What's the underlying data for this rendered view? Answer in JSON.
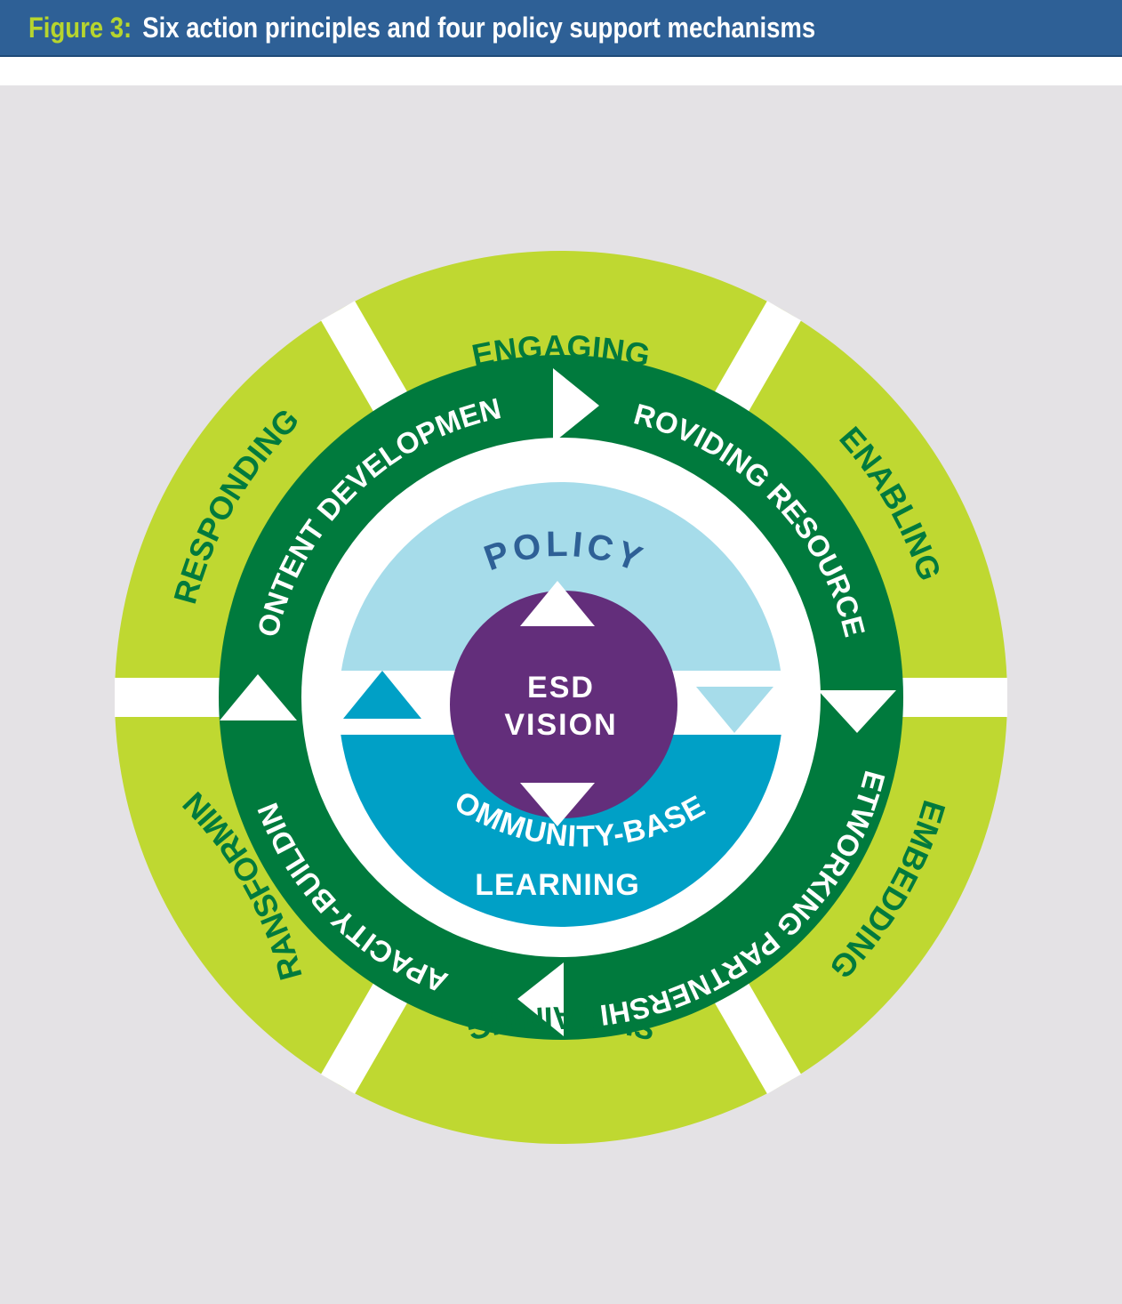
{
  "figure": {
    "number": "Figure 3:",
    "title": "Six action principles and four policy support mechanisms"
  },
  "colors": {
    "header_bg": "#2e6096",
    "figure_number": "#b7d52e",
    "outer_ring": "#bfd831",
    "middle_ring": "#007a3d",
    "outer_text": "#007a3d",
    "policy_half": "#a6dcea",
    "community_half": "#00a0c6",
    "esd_core": "#632e7b",
    "policy_text": "#2e6096",
    "panel_bg": "#e4e2e5"
  },
  "action_principles": [
    {
      "label": "ENGAGING"
    },
    {
      "label": "ENABLING"
    },
    {
      "label": "EMBEDDING"
    },
    {
      "label": "SUSTAINING"
    },
    {
      "label": "TRANSFORMING"
    },
    {
      "label": "RESPONDING"
    }
  ],
  "support_mechanisms": [
    {
      "label": "PROVIDING RESOURCES"
    },
    {
      "label": "NETWORKING PARTNERSHIP"
    },
    {
      "label": "CAPACITY-BUILDING"
    },
    {
      "label": "CONTENT DEVELOPMENT"
    }
  ],
  "center": {
    "top": "POLICY",
    "bottom_line1": "COMMUNITY-BASED",
    "bottom_line2": "LEARNING",
    "core_line1": "ESD",
    "core_line2": "VISION"
  }
}
